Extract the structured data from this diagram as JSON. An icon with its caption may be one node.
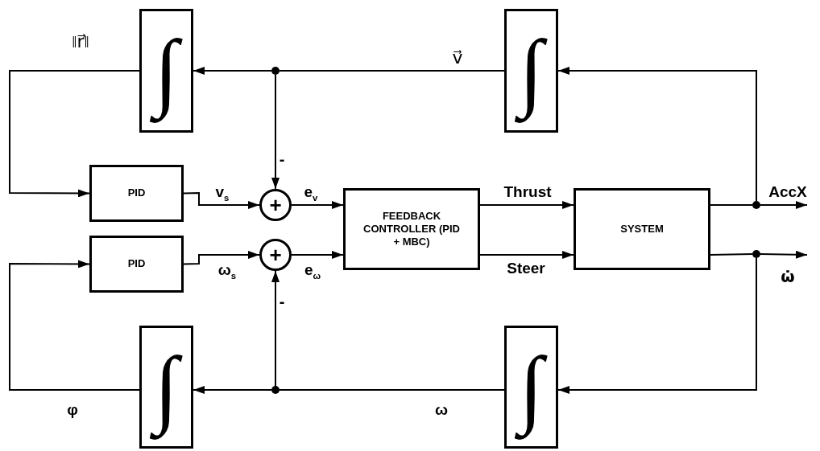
{
  "diagram": {
    "nodes": [
      {
        "text": [
          "∫"
        ]
      },
      {
        "text": [
          "∫"
        ]
      },
      {
        "text": [],
        "shape": "circle"
      },
      {
        "text": [],
        "shape": "circle"
      },
      {
        "text": [
          "PID"
        ]
      },
      {
        "text": [
          "+"
        ]
      },
      {
        "text": [
          "FEEDBACK CONTROLLER (PID + MBC)"
        ]
      },
      {
        "text": [
          "SYSTEM"
        ]
      },
      {
        "text": [
          "PID"
        ]
      },
      {
        "text": [
          "+"
        ]
      },
      {
        "text": [],
        "shape": "circle"
      },
      {
        "text": [],
        "shape": "circle"
      },
      {
        "text": [
          "∫"
        ]
      },
      {
        "text": [
          "∫"
        ]
      }
    ],
    "edges": [
      {
        "from": 1,
        "to": 2,
        "arrow": "none",
        "label": "v⃗"
      },
      {
        "from": 2,
        "to": 0,
        "arrow": "to"
      },
      {
        "from": 2,
        "to": 5,
        "arrow": "to"
      },
      {
        "from": 0,
        "to": 4,
        "arrow": "to",
        "label": "‖r⃗‖"
      },
      {
        "from": 4,
        "to": 5,
        "arrow": "to",
        "label": "v$_{s}$"
      },
      {
        "from": 5,
        "to": 6,
        "arrow": "to",
        "label": "e$_{v}$"
      },
      {
        "from": 6,
        "to": 7,
        "arrow": "to",
        "label": "Thrust"
      },
      {
        "from": 7,
        "to": 3,
        "arrow": "none"
      },
      {
        "from": 3,
        "to": null,
        "arrow": "to",
        "label": "AccX"
      },
      {
        "from": 3,
        "to": 1,
        "arrow": "to"
      },
      {
        "from": 8,
        "to": 9,
        "arrow": "to",
        "label": "ω$_{s}$"
      },
      {
        "from": 9,
        "to": 6,
        "arrow": "to",
        "label": "e$_{ω}$"
      },
      {
        "from": 6,
        "to": 7,
        "arrow": "to",
        "label": "Steer"
      },
      {
        "from": 7,
        "to": 10,
        "arrow": "none"
      },
      {
        "from": 10,
        "to": null,
        "arrow": "to",
        "label": "ω̇"
      },
      {
        "from": 10,
        "to": 13,
        "arrow": "to"
      },
      {
        "from": 13,
        "to": 11,
        "arrow": "none",
        "label": "ω"
      },
      {
        "from": 11,
        "to": 12,
        "arrow": "to"
      },
      {
        "from": 11,
        "to": 9,
        "arrow": "to"
      },
      {
        "from": 12,
        "to": 8,
        "arrow": "to",
        "label": "φ"
      }
    ],
    "labels": [
      "-",
      "-"
    ]
  }
}
